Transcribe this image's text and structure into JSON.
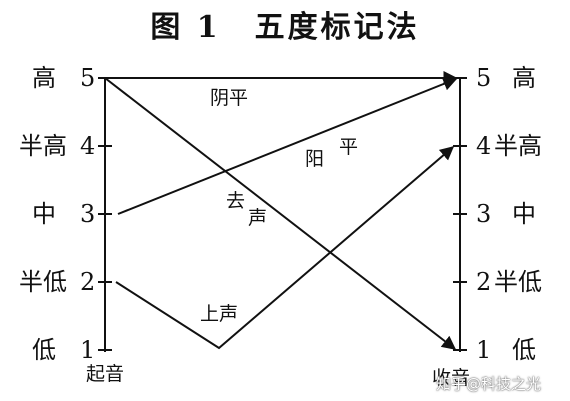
{
  "title": {
    "figure": "图 1",
    "name": "五度标记法"
  },
  "levels": [
    {
      "name": "高",
      "value": "5"
    },
    {
      "name": "半高",
      "value": "4"
    },
    {
      "name": "中",
      "value": "3"
    },
    {
      "name": "半低",
      "value": "2"
    },
    {
      "name": "低",
      "value": "1"
    }
  ],
  "axes": {
    "start": "起音",
    "end": "收音"
  },
  "tones": [
    {
      "name": "阴平",
      "contour": [
        5,
        5
      ]
    },
    {
      "name": "阳平",
      "contour": [
        3,
        5
      ]
    },
    {
      "name": "上声",
      "contour": [
        2,
        1,
        4
      ]
    },
    {
      "name": "去声",
      "contour": [
        5,
        1
      ]
    }
  ],
  "tone_text": {
    "yinping": "阴平",
    "yang": "阳",
    "ping": "平",
    "qu": "去",
    "sheng_qu": "声",
    "shangsheng": "上声"
  },
  "watermark": "知乎@科技之光"
}
